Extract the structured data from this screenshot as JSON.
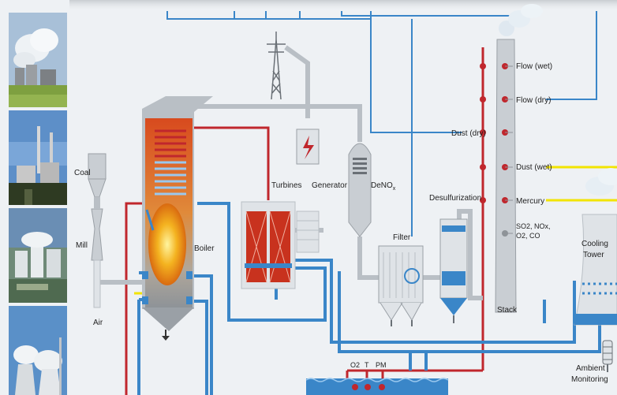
{
  "labels": {
    "coal": "Coal",
    "mill": "Mill",
    "air": "Air",
    "boiler": "Boiler",
    "turbines": "Turbines",
    "generator": "Generator",
    "denox": "DeNO",
    "denox_sub": "x",
    "filter": "Filter",
    "desulfurization": "Desulfurization",
    "stack": "Stack",
    "cooling_tower_1": "Cooling",
    "cooling_tower_2": "Tower",
    "ambient_1": "Ambient",
    "ambient_2": "Monitoring"
  },
  "stack_measurements": {
    "flow_wet": "Flow (wet)",
    "flow_dry": "Flow (dry)",
    "dust_dry": "Dust (dry)",
    "dust_wet": "Dust (wet)",
    "mercury": "Mercury",
    "gases_line1": "SO2, NOx,",
    "gases_line2": "O2, CO"
  },
  "water_sensors": {
    "o2": "O2",
    "t": "T",
    "pm": "PM"
  },
  "colors": {
    "water_blue": "#3a86c8",
    "steam_red": "#c0272d",
    "pipe_grey": "#b9bfc5",
    "equipment_grey": "#c9ced3",
    "signal_yellow": "#f2e400",
    "background": "#eef1f4"
  }
}
